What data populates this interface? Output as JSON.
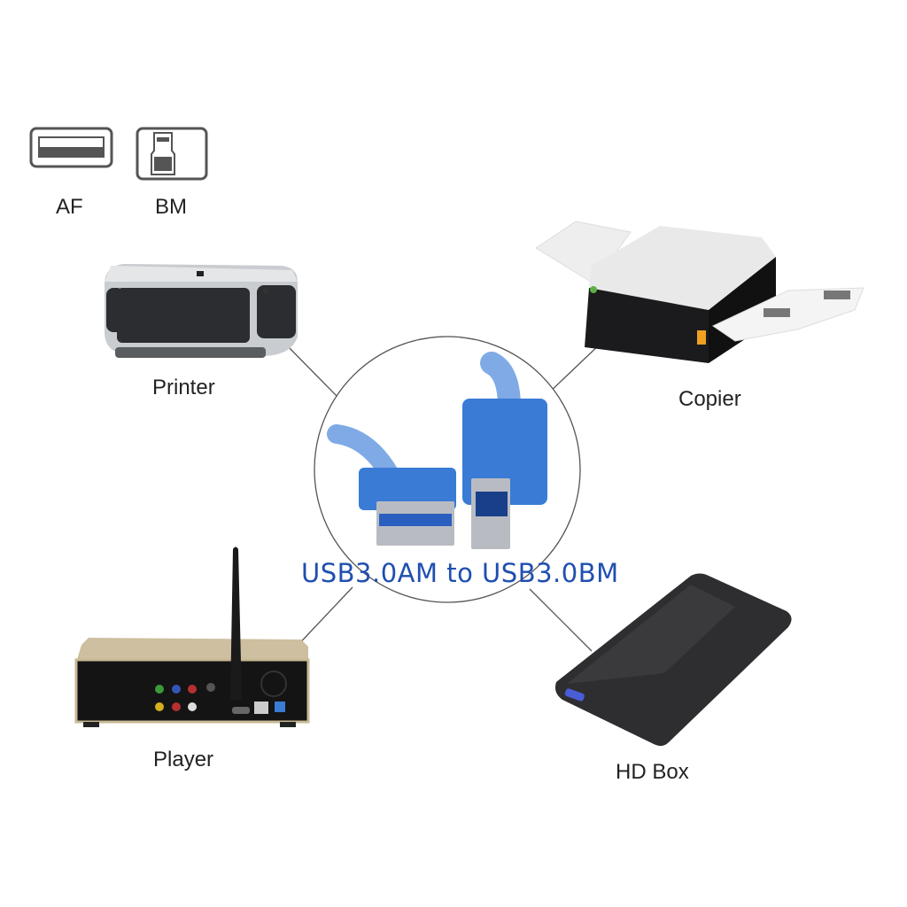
{
  "legend": {
    "items": [
      {
        "label": "AF",
        "icon": "usb-a-female-port-icon"
      },
      {
        "label": "BM",
        "icon": "usb-b-male-port-icon"
      }
    ]
  },
  "center": {
    "title": "USB3.0AM to USB3.0BM",
    "image": "blue-usb3-a-to-b-cable",
    "accent_color": "#1f4fb0",
    "cable_color": "#3a7bd5"
  },
  "devices": [
    {
      "label": "Printer",
      "icon": "printer-icon"
    },
    {
      "label": "Copier",
      "icon": "copier-icon"
    },
    {
      "label": "Player",
      "icon": "media-player-icon"
    },
    {
      "label": "HD Box",
      "icon": "hard-drive-enclosure-icon"
    }
  ]
}
